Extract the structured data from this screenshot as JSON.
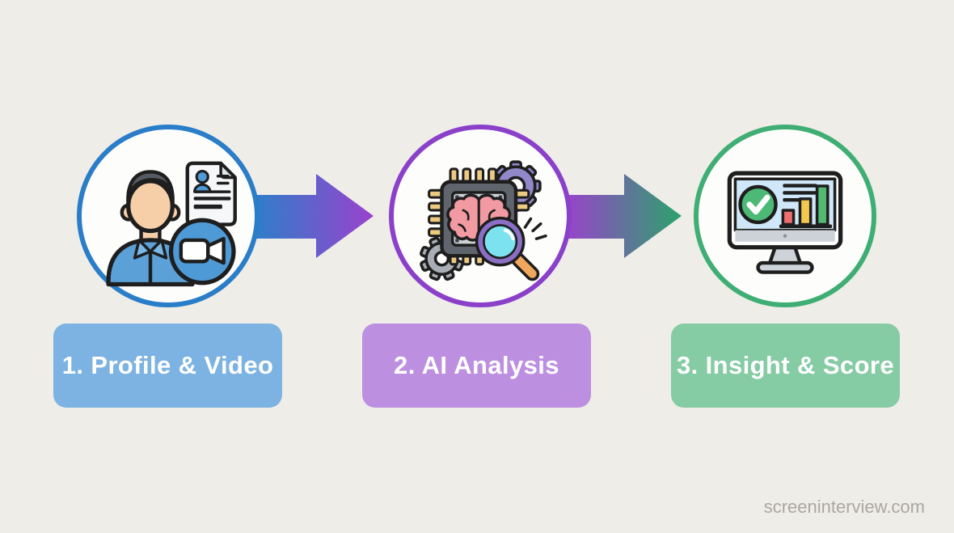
{
  "page": {
    "background_color": "#efede8",
    "watermark": "screeninterview.com",
    "watermark_color": "#a9a79e"
  },
  "steps": [
    {
      "number": "1",
      "label": "1. Profile & Video",
      "icon": "candidate-resume-video-icon",
      "circle_border_color": "#2a7dc8",
      "label_bg_color": "#7cb3e2",
      "label_text_color": "#ffffff"
    },
    {
      "number": "2",
      "label": "2. AI Analysis",
      "icon": "ai-chip-brain-magnifier-icon",
      "circle_border_color": "#8b40ca",
      "label_bg_color": "#bd8fe0",
      "label_text_color": "#ffffff"
    },
    {
      "number": "3",
      "label": "3. Insight & Score",
      "icon": "dashboard-score-monitor-icon",
      "circle_border_color": "#3fae74",
      "label_bg_color": "#85cba4",
      "label_text_color": "#ffffff"
    }
  ],
  "arrows": [
    {
      "from_step": 1,
      "to_step": 2,
      "gradient_start": "#2e7ec9",
      "gradient_end": "#9a42cd"
    },
    {
      "from_step": 2,
      "to_step": 3,
      "gradient_start": "#9a42cd",
      "gradient_end": "#2ba26b"
    }
  ]
}
